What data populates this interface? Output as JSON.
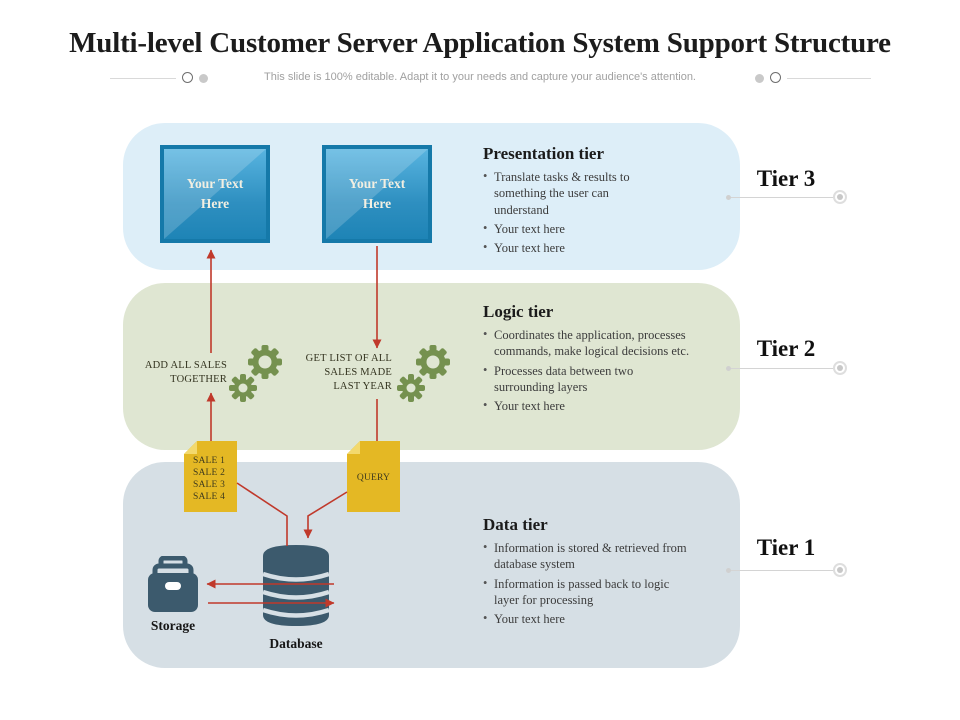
{
  "slide": {
    "title": "Multi-level Customer Server Application System Support Structure",
    "subtitle": "This slide is 100% editable. Adapt it to your needs and capture your audience's attention."
  },
  "tiers": {
    "presentation": {
      "heading": "Presentation tier",
      "tier_label": "Tier 3",
      "boxes": [
        {
          "label": "Your Text Here"
        },
        {
          "label": "Your Text Here"
        }
      ],
      "bullets": [
        "Translate tasks & results to something the user can understand",
        "Your text here",
        "Your text here"
      ]
    },
    "logic": {
      "heading": "Logic tier",
      "tier_label": "Tier 2",
      "process_labels": [
        "ADD ALL SALES TOGETHER",
        "GET LIST OF ALL SALES MADE LAST YEAR"
      ],
      "bullets": [
        "Coordinates the application, processes commands, make logical decisions etc.",
        "Processes data between two surrounding layers",
        "Your text here"
      ]
    },
    "data": {
      "heading": "Data tier",
      "tier_label": "Tier 1",
      "notes": [
        {
          "lines": [
            "SALE 1",
            "SALE 2",
            "SALE 3",
            "SALE 4"
          ]
        },
        {
          "lines": [
            "QUERY"
          ]
        }
      ],
      "storage_label": "Storage",
      "database_label": "Database",
      "bullets": [
        "Information is stored & retrieved from database system",
        "Information is passed back to logic layer for processing",
        "Your text here"
      ]
    }
  },
  "colors": {
    "presentation_band": "#ddeef8",
    "logic_band": "#dfe6d2",
    "data_band": "#d6dfe5",
    "box_blue_fill": "#2e8fc0",
    "box_border": "#1579a9",
    "gear_green": "#75914f",
    "note_yellow": "#e4b824",
    "icon_slate": "#3c5a6d",
    "arrow_red": "#c0392b"
  }
}
